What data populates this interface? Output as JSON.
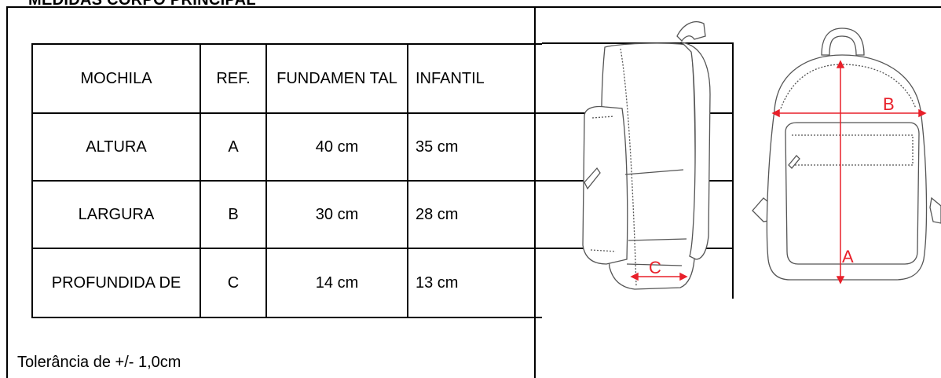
{
  "heading": "MEDIDAS CORPO PRINCIPAL",
  "table": {
    "headers": [
      "MOCHILA",
      "REF.",
      "FUNDAMEN TAL",
      "INFANTIL"
    ],
    "rows": [
      [
        "ALTURA",
        "A",
        "40 cm",
        "35 cm"
      ],
      [
        "LARGURA",
        "B",
        "30 cm",
        "28 cm"
      ],
      [
        "PROFUNDIDA DE",
        "C",
        "14 cm",
        "13 cm"
      ]
    ]
  },
  "tolerance": "Tolerância de +/- 1,0cm",
  "diagram": {
    "labels": {
      "height": "A",
      "width": "B",
      "depth": "C"
    },
    "measure_color": "#e8202a",
    "outline_color": "#555555"
  }
}
